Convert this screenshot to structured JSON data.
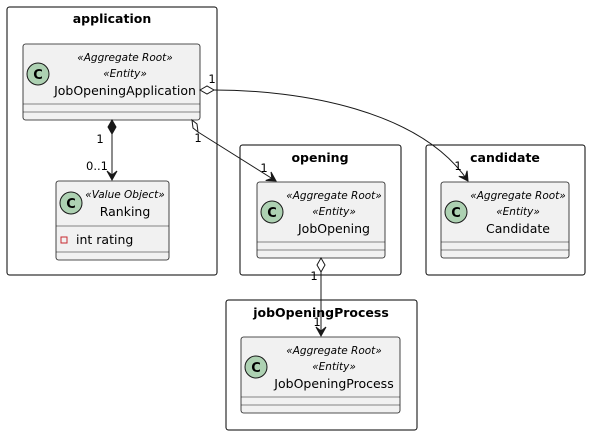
{
  "packages": {
    "application": "application",
    "opening": "opening",
    "candidate": "candidate",
    "jobOpeningProcess": "jobOpeningProcess"
  },
  "classes": {
    "jobOpeningApplication": {
      "stereotype1": "«Aggregate Root»",
      "stereotype2": "«Entity»",
      "name": "JobOpeningApplication",
      "icon": "C"
    },
    "ranking": {
      "stereotype1": "«Value Object»",
      "name": "Ranking",
      "icon": "C",
      "attribute": "int rating"
    },
    "jobOpening": {
      "stereotype1": "«Aggregate Root»",
      "stereotype2": "«Entity»",
      "name": "JobOpening",
      "icon": "C"
    },
    "candidate": {
      "stereotype1": "«Aggregate Root»",
      "stereotype2": "«Entity»",
      "name": "Candidate",
      "icon": "C"
    },
    "jobOpeningProcess": {
      "stereotype1": "«Aggregate Root»",
      "stereotype2": "«Entity»",
      "name": "JobOpeningProcess",
      "icon": "C"
    }
  },
  "relations": {
    "app_to_ranking": {
      "source_mult": "1",
      "target_mult": "0..1",
      "kind": "composition"
    },
    "app_to_opening": {
      "source_mult": "1",
      "target_mult": "1",
      "kind": "aggregation"
    },
    "app_to_candidate": {
      "source_mult": "1",
      "target_mult": "1",
      "kind": "aggregation"
    },
    "opening_to_process": {
      "source_mult": "1",
      "target_mult": "1",
      "kind": "aggregation"
    }
  },
  "colors": {
    "class_fill": "#f1f1f1",
    "class_border": "#181818",
    "icon_fill": "#add1b2",
    "private_attr_marker": "#c82930"
  }
}
